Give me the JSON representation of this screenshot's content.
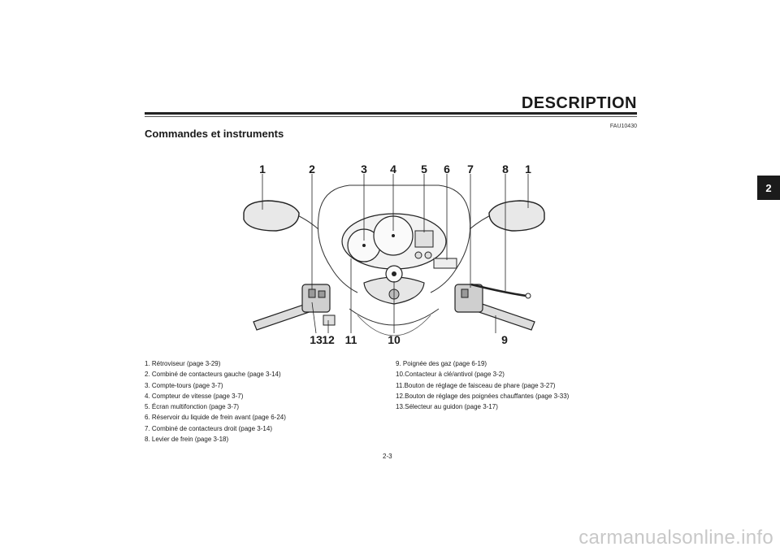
{
  "header": {
    "title": "DESCRIPTION",
    "code": "FAU10430"
  },
  "section_title": "Commandes et instruments",
  "chapter_tab": "2",
  "callouts_top": [
    "1",
    "2",
    "3",
    "4",
    "5",
    "6",
    "7",
    "8",
    "1"
  ],
  "callouts_bottom": [
    "13",
    "12",
    "11",
    "10",
    "9"
  ],
  "legend_left": [
    "1. Rétroviseur (page 3-29)",
    "2. Combiné de contacteurs gauche (page 3-14)",
    "3. Compte-tours (page 3-7)",
    "4. Compteur de vitesse (page 3-7)",
    "5. Écran multifonction (page 3-7)",
    "6. Réservoir du liquide de frein avant (page 6-24)",
    "7. Combiné de contacteurs droit (page 3-14)",
    "8. Levier de frein (page 3-18)"
  ],
  "legend_right": [
    "9.  Poignée des gaz (page 6-19)",
    "10.Contacteur à clé/antivol (page 3-2)",
    "11.Bouton de réglage de faisceau de phare (page 3-27)",
    "12.Bouton de réglage des poignées chauffantes (page 3-33)",
    "13.Sélecteur au guidon (page 3-17)"
  ],
  "page_number": "2-3",
  "watermark": "carmanualsonline.info"
}
